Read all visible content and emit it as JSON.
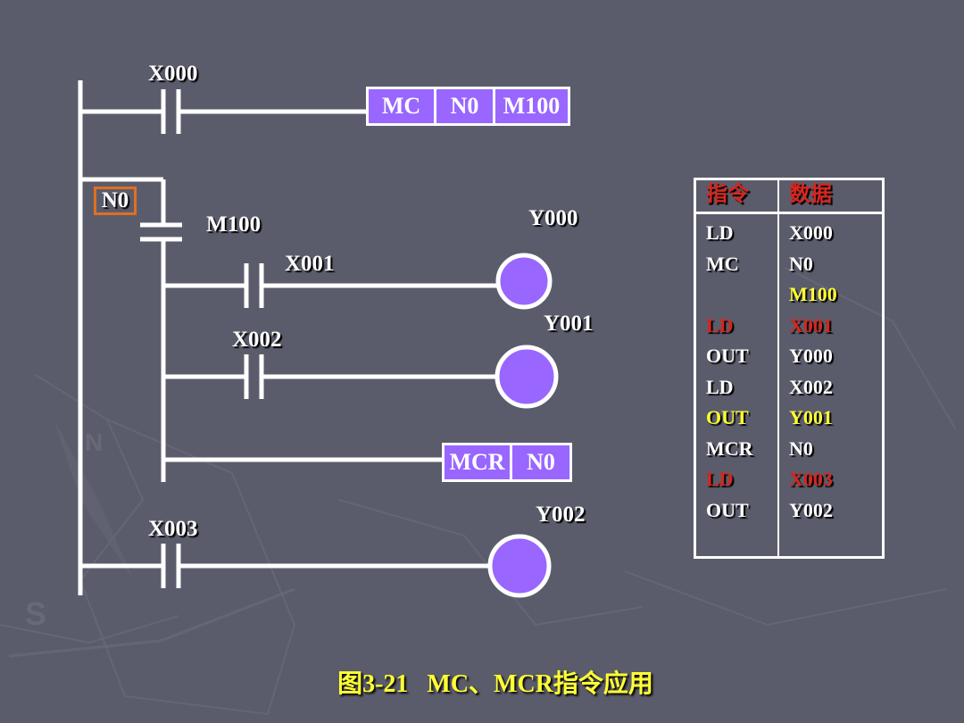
{
  "colors": {
    "background": "#5b5c6b",
    "wire": "#ffffff",
    "instruction_fill": "#9966ff",
    "coil_fill": "#9966ff",
    "n0_tag_border": "#e07020",
    "table_header": "#d6261e",
    "text_white": "#ffffff",
    "highlight_yellow": "#ffff33",
    "highlight_red": "#d6261e",
    "caption": "#ffff33"
  },
  "ladder": {
    "rung1": {
      "contact_label": "X000",
      "instruction": [
        "MC",
        "N0",
        "M100"
      ]
    },
    "master_control": {
      "tag_label": "N0",
      "contact_label": "M100"
    },
    "rung2": {
      "contact_label": "X001",
      "coil_label": "Y000"
    },
    "rung3": {
      "contact_label": "X002",
      "coil_label": "Y001"
    },
    "rung4": {
      "instruction": [
        "MCR",
        "N0"
      ]
    },
    "rung5": {
      "contact_label": "X003",
      "coil_label": "Y002"
    }
  },
  "table": {
    "headers": [
      "指令",
      "数据"
    ],
    "rows": [
      {
        "instr": "LD",
        "data": "X000",
        "instr_color": "white",
        "data_color": "white"
      },
      {
        "instr": "MC",
        "data": "N0",
        "instr_color": "white",
        "data_color": "white"
      },
      {
        "instr": "",
        "data": "M100",
        "instr_color": "white",
        "data_color": "yellow"
      },
      {
        "instr": "LD",
        "data": "X001",
        "instr_color": "red",
        "data_color": "red"
      },
      {
        "instr": "OUT",
        "data": "Y000",
        "instr_color": "white",
        "data_color": "white"
      },
      {
        "instr": "LD",
        "data": "X002",
        "instr_color": "white",
        "data_color": "white"
      },
      {
        "instr": "OUT",
        "data": "Y001",
        "instr_color": "yellow",
        "data_color": "yellow"
      },
      {
        "instr": "MCR",
        "data": "N0",
        "instr_color": "white",
        "data_color": "white"
      },
      {
        "instr": "LD",
        "data": "X003",
        "instr_color": "red",
        "data_color": "red"
      },
      {
        "instr": "OUT",
        "data": "Y002",
        "instr_color": "white",
        "data_color": "white"
      }
    ]
  },
  "caption": "图3-21   MC、MCR指令应用"
}
